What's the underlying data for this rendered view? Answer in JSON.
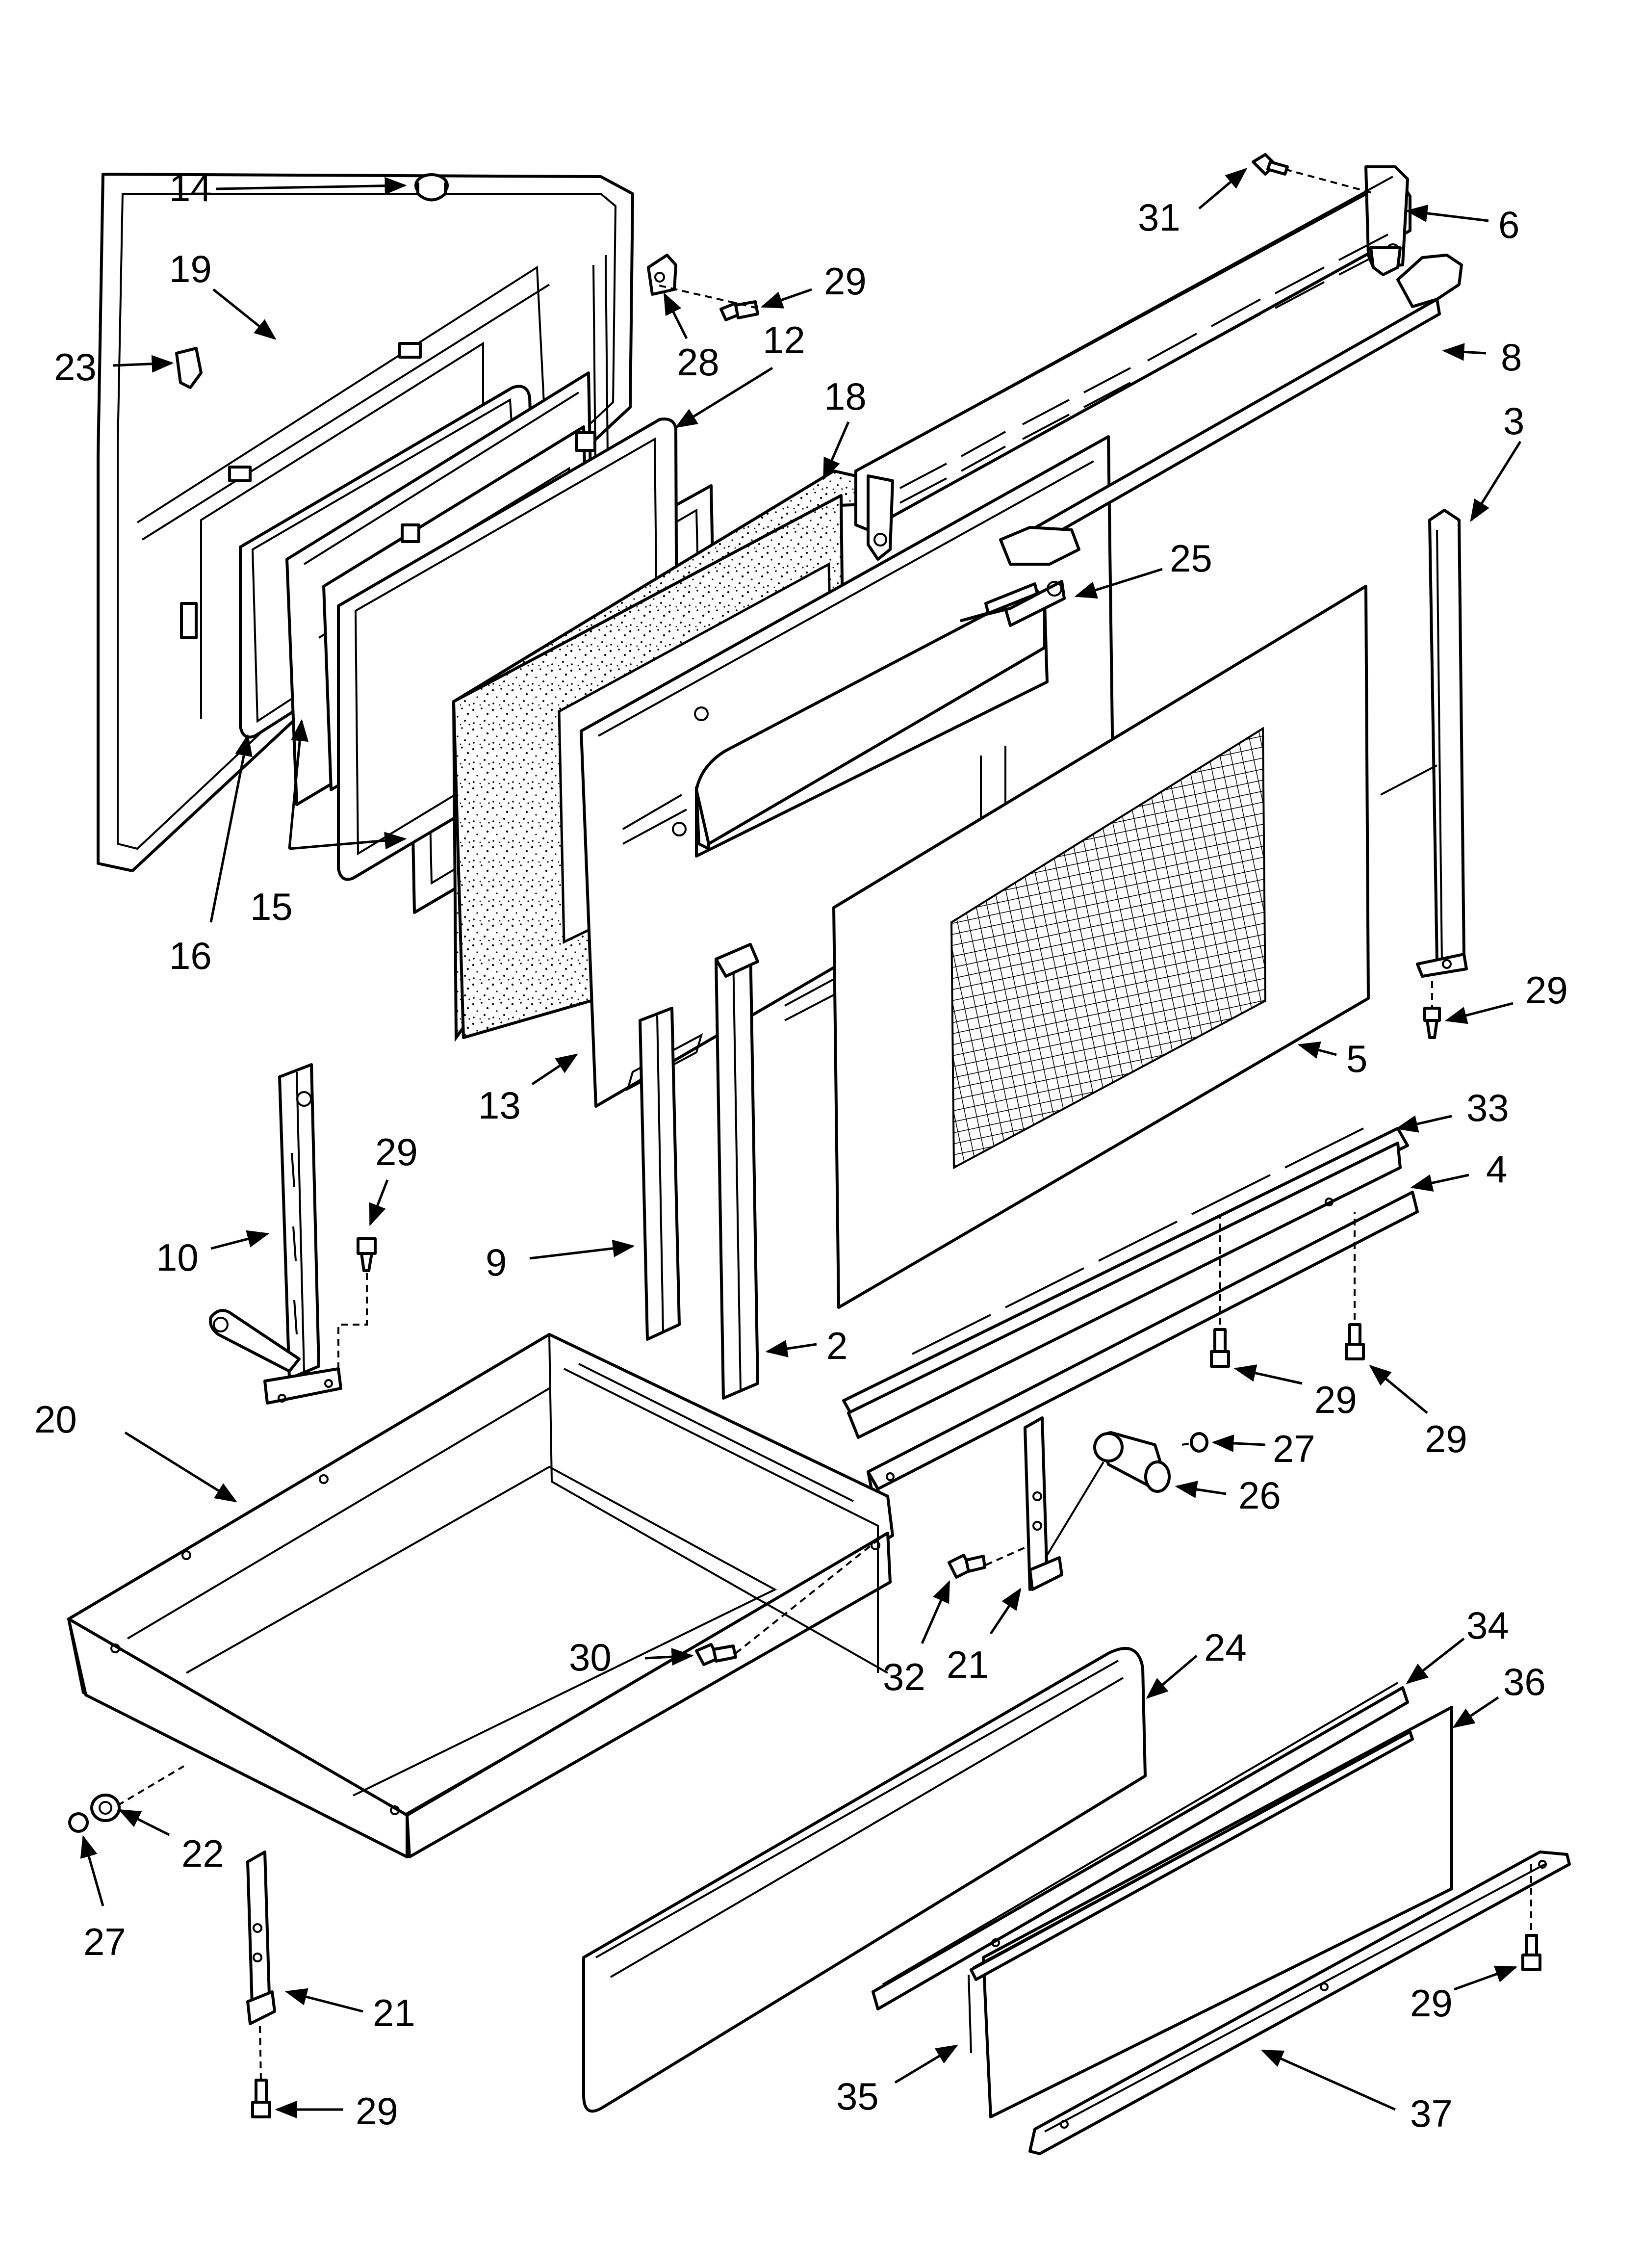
{
  "diagram": {
    "type": "exploded-parts-diagram",
    "background_color": "#ffffff",
    "line_color": "#000000",
    "parts": [
      {
        "id": "door-outer-panel",
        "callout": "19"
      },
      {
        "id": "door-bumper",
        "callout": "14"
      },
      {
        "id": "door-clip",
        "callout": "23"
      },
      {
        "id": "glass-gasket",
        "callout": "16"
      },
      {
        "id": "inner-glass-panes",
        "callout": "15"
      },
      {
        "id": "hinge-receptacle",
        "callout": "28"
      },
      {
        "id": "glass-pack-frame",
        "callout": "12"
      },
      {
        "id": "insulation",
        "callout": "18"
      },
      {
        "id": "inner-door-liner",
        "callout": "13"
      },
      {
        "id": "door-handle-trim",
        "callout": "6"
      },
      {
        "id": "door-handle",
        "callout": "8"
      },
      {
        "id": "handle-bracket",
        "callout": "25"
      },
      {
        "id": "door-inner-panel",
        "callout": "5"
      },
      {
        "id": "side-trim-right",
        "callout": "3"
      },
      {
        "id": "side-trim-left",
        "callout": "10"
      },
      {
        "id": "door-side-trim-9",
        "callout": "9"
      },
      {
        "id": "door-side-trim-2",
        "callout": "2"
      },
      {
        "id": "bottom-vent",
        "callout": "33"
      },
      {
        "id": "bottom-trim",
        "callout": "4"
      },
      {
        "id": "drawer-body",
        "callout": "20"
      },
      {
        "id": "drawer-slide-right",
        "callout": "21"
      },
      {
        "id": "drawer-slide-left",
        "callout": "21"
      },
      {
        "id": "drawer-roller-right",
        "callout": "26"
      },
      {
        "id": "drawer-roller-left",
        "callout": "22"
      },
      {
        "id": "drawer-front",
        "callout": "24"
      },
      {
        "id": "drawer-trim",
        "callout": "34"
      },
      {
        "id": "drawer-panel-back",
        "callout": "36"
      },
      {
        "id": "drawer-panel-front",
        "callout": "35"
      },
      {
        "id": "drawer-bottom-trim",
        "callout": "37"
      }
    ],
    "fasteners": [
      {
        "id": "screw-hinge",
        "callout": "29"
      },
      {
        "id": "screw-trim-top",
        "callout": "31"
      },
      {
        "id": "screw-side-right",
        "callout": "29"
      },
      {
        "id": "screw-side-left",
        "callout": "29"
      },
      {
        "id": "screw-bottom-a",
        "callout": "29"
      },
      {
        "id": "screw-bottom-b",
        "callout": "29"
      },
      {
        "id": "washer-right",
        "callout": "27"
      },
      {
        "id": "screw-slide-right",
        "callout": "32"
      },
      {
        "id": "screw-drawer",
        "callout": "30"
      },
      {
        "id": "washer-left",
        "callout": "27"
      },
      {
        "id": "screw-slide-left",
        "callout": "29"
      },
      {
        "id": "screw-drawer-trim",
        "callout": "29"
      }
    ]
  }
}
